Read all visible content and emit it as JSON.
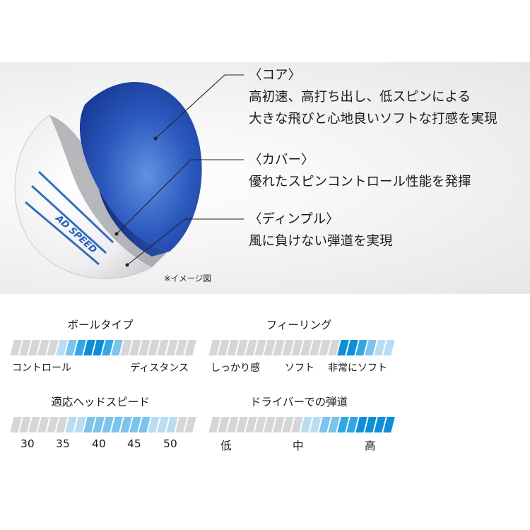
{
  "diagram": {
    "core": {
      "head": "〈コア〉",
      "lines": [
        "高初速、高打ち出し、低スピンによる",
        "大きな飛びと心地良いソフトな打感を実現"
      ]
    },
    "cover": {
      "head": "〈カバー〉",
      "lines": [
        "優れたスピンコントロール性能を発揮"
      ]
    },
    "dimple": {
      "head": "〈ディンプル〉",
      "lines": [
        "風に負けない弾道を実現"
      ]
    },
    "ball_logo": "AD SPEED",
    "note": "※イメージ図",
    "colors": {
      "core": "#1f44a8",
      "core_light": "#4e82d8",
      "shell": "#f4f4f6",
      "stripe": "#1f5fb8"
    }
  },
  "specs": [
    {
      "title": "ボールタイプ",
      "levels": [
        0,
        0,
        0,
        0,
        0,
        1,
        2,
        3,
        4,
        4,
        3,
        2,
        0,
        0,
        0,
        0,
        0,
        0,
        0,
        0
      ],
      "labels": [
        "コントロール",
        "ディスタンス"
      ]
    },
    {
      "title": "フィーリング",
      "levels": [
        0,
        0,
        0,
        0,
        0,
        0,
        0,
        0,
        0,
        0,
        0,
        0,
        0,
        0,
        4,
        4,
        3,
        2,
        1,
        1
      ],
      "labels": [
        "しっかり感",
        "ソフト",
        "非常にソフト"
      ]
    },
    {
      "title": "適応ヘッドスピード",
      "levels": [
        0,
        0,
        0,
        0,
        0,
        0,
        1,
        1,
        2,
        2,
        2,
        2,
        2,
        2,
        2,
        1,
        1,
        1,
        0,
        0
      ],
      "labels": [
        "30",
        "35",
        "40",
        "45",
        "50"
      ]
    },
    {
      "title": "ドライバーでの弾道",
      "levels": [
        0,
        0,
        0,
        0,
        0,
        0,
        0,
        0,
        0,
        0,
        1,
        1,
        2,
        2,
        3,
        3,
        4,
        4,
        4,
        4
      ],
      "labels": [
        "低",
        "中",
        "高"
      ]
    }
  ]
}
